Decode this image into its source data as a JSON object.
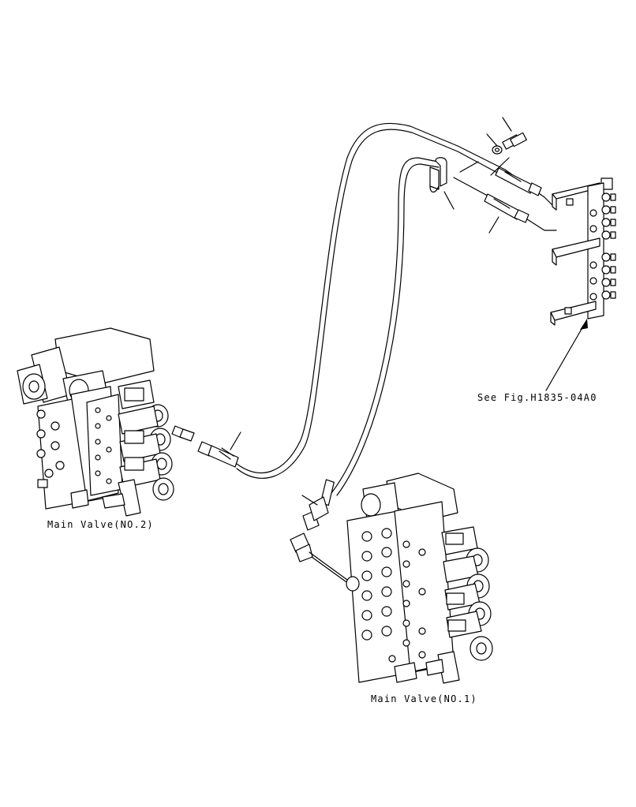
{
  "labels": {
    "main_valve_no2": "Main Valve(NO.2)",
    "main_valve_no1": "Main Valve(NO.1)",
    "see_fig": "See Fig.H1835-04A0"
  }
}
